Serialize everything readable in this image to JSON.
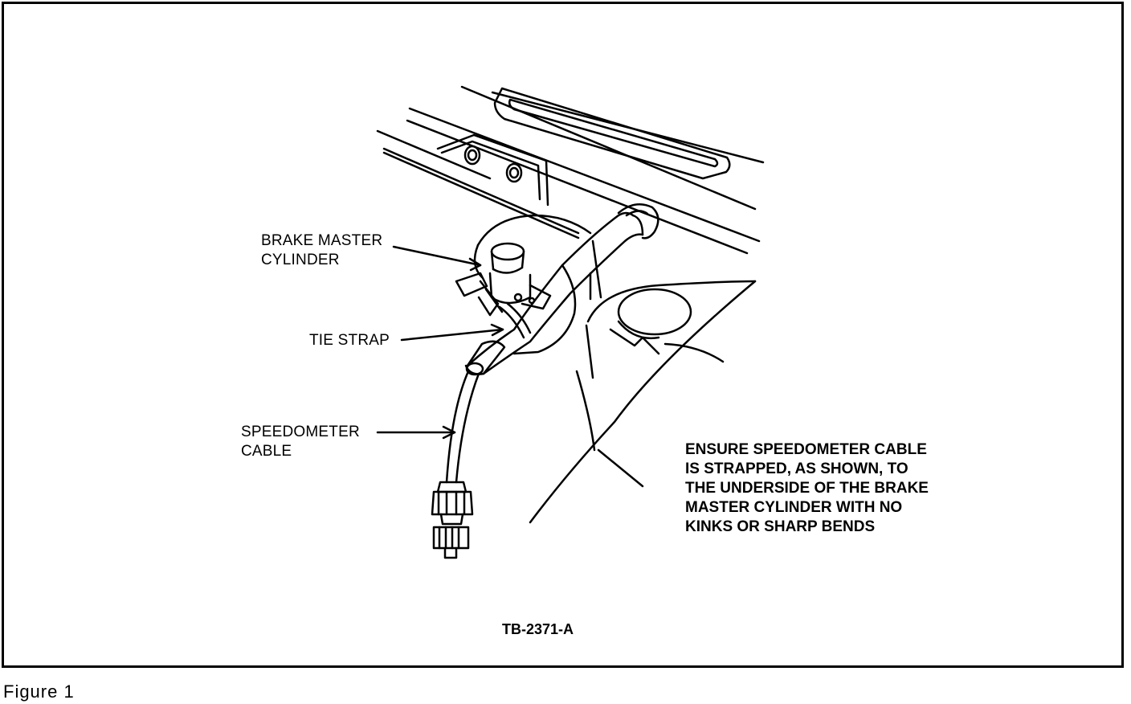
{
  "callouts": {
    "brake_master_line1": "BRAKE MASTER",
    "brake_master_line2": "CYLINDER",
    "tie_strap": "TIE STRAP",
    "speedometer_line1": "SPEEDOMETER",
    "speedometer_line2": "CABLE"
  },
  "note": {
    "lines": [
      "ENSURE SPEEDOMETER CABLE",
      "IS STRAPPED, AS SHOWN, TO",
      "THE UNDERSIDE OF THE BRAKE",
      "MASTER CYLINDER WITH NO",
      "KINKS OR SHARP BENDS"
    ]
  },
  "reference_code": "TB-2371-A",
  "figure_caption": "Figure  1",
  "colors": {
    "ink": "#000000",
    "paper": "#ffffff"
  }
}
